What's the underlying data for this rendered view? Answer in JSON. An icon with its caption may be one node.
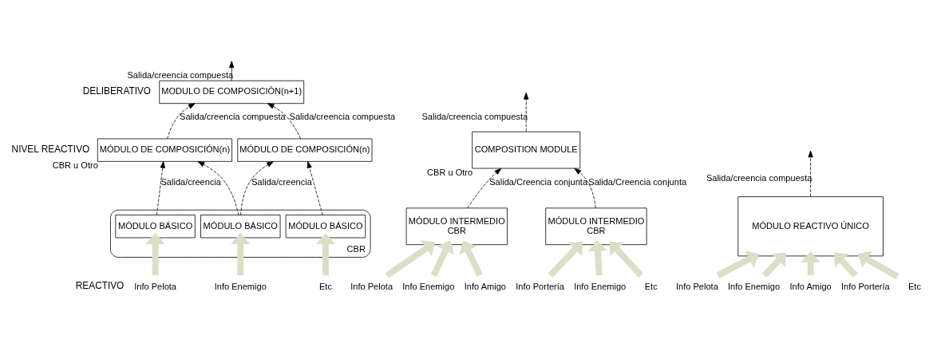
{
  "diagram": {
    "nodes": [
      {
        "text": [],
        "shape": "ellipse",
        "beside": [
          "CBR"
        ]
      },
      {
        "text": [
          "MÓDULO BÁSICO"
        ],
        "in": 0
      },
      {
        "text": [
          "MÓDULO BÁSICO"
        ],
        "in": 0
      },
      {
        "text": [
          "MÓDULO BÁSICO"
        ],
        "in": 0
      },
      {
        "text": [
          "MÓDULO DE COMPOSICIÓN(n)"
        ],
        "beside": [
          "CBR u Otro"
        ]
      },
      {
        "text": [
          "MÓDULO DE COMPOSICIÓN(n)"
        ]
      },
      {
        "text": [
          "MODULO DE COMPOSICIÓN(n+1)"
        ]
      },
      {
        "text": [
          "Info Pelota"
        ]
      },
      {
        "text": [
          "Info Enemigo"
        ]
      },
      {
        "text": [
          "Etc"
        ]
      },
      {
        "text": [
          "COMPOSITION MODULE"
        ],
        "beside": [
          "CBR u Otro"
        ]
      },
      {
        "text": [
          "MÓDULO INTERMEDIO",
          "CBR"
        ]
      },
      {
        "text": [
          "MÓDULO INTERMEDIO",
          "CBR"
        ]
      },
      {
        "text": [
          "Info Pelota"
        ]
      },
      {
        "text": [
          "Info Enemigo"
        ]
      },
      {
        "text": [
          "Info Amigo"
        ]
      },
      {
        "text": [
          "Info Portería"
        ]
      },
      {
        "text": [
          "Info Enemigo"
        ]
      },
      {
        "text": [
          "Etc"
        ]
      },
      {
        "text": [
          "MÓDULO REACTIVO ÚNICO"
        ]
      },
      {
        "text": [
          "Info Pelota"
        ]
      },
      {
        "text": [
          "Info Enemigo"
        ]
      },
      {
        "text": [
          "Info Amigo"
        ]
      },
      {
        "text": [
          "Info Portería"
        ]
      },
      {
        "text": [
          "Etc"
        ]
      }
    ],
    "edges": [
      {
        "from": 7,
        "to": 1,
        "arrow": "to",
        "color": "#dcdec8"
      },
      {
        "from": 8,
        "to": 2,
        "arrow": "to",
        "color": "#dcdec8"
      },
      {
        "from": 9,
        "to": 3,
        "arrow": "to",
        "color": "#dcdec8"
      },
      {
        "from": 1,
        "to": 4,
        "arrow": "to",
        "style": "dashed",
        "color": "#000000",
        "label": "Salida/creencia"
      },
      {
        "from": 2,
        "to": 4,
        "arrow": "to",
        "style": "dashed",
        "color": "#000000"
      },
      {
        "from": 2,
        "to": 5,
        "arrow": "to",
        "style": "dashed",
        "color": "#000000",
        "label": "Salida/creencia"
      },
      {
        "from": 3,
        "to": 5,
        "arrow": "to",
        "style": "dashed",
        "color": "#000000"
      },
      {
        "from": 4,
        "to": 6,
        "arrow": "to",
        "style": "dashed",
        "color": "#000000",
        "label": "Salida/creencia compuesta"
      },
      {
        "from": 5,
        "to": 6,
        "arrow": "to",
        "style": "dashed",
        "color": "#000000",
        "label": "Salida/creencia compuesta"
      },
      {
        "from": 6,
        "to": null,
        "arrow": "to",
        "color": "#000000",
        "label": "Salida/creencia compuesta"
      },
      {
        "from": 13,
        "to": 11,
        "arrow": "to",
        "color": "#dcdec8"
      },
      {
        "from": 14,
        "to": 11,
        "arrow": "to",
        "color": "#dcdec8"
      },
      {
        "from": 15,
        "to": 11,
        "arrow": "to",
        "color": "#dcdec8"
      },
      {
        "from": 16,
        "to": 12,
        "arrow": "to",
        "color": "#dcdec8"
      },
      {
        "from": 17,
        "to": 12,
        "arrow": "to",
        "color": "#dcdec8"
      },
      {
        "from": 18,
        "to": 12,
        "arrow": "to",
        "color": "#dcdec8"
      },
      {
        "from": 11,
        "to": 10,
        "arrow": "to",
        "style": "dashed",
        "color": "#000000",
        "label": "Salida/Creencia conjunta"
      },
      {
        "from": 12,
        "to": 10,
        "arrow": "to",
        "style": "dashed",
        "color": "#000000",
        "label": "Salida/Creencia conjunta"
      },
      {
        "from": 10,
        "to": null,
        "arrow": "to",
        "style": "dashed",
        "color": "#000000",
        "label": "Salida/creencia compuesta"
      },
      {
        "from": 20,
        "to": 19,
        "arrow": "to",
        "color": "#dcdec8"
      },
      {
        "from": 21,
        "to": 19,
        "arrow": "to",
        "color": "#dcdec8"
      },
      {
        "from": 22,
        "to": 19,
        "arrow": "to",
        "color": "#dcdec8"
      },
      {
        "from": 23,
        "to": 19,
        "arrow": "to",
        "color": "#dcdec8"
      },
      {
        "from": 24,
        "to": 19,
        "arrow": "to",
        "color": "#dcdec8"
      },
      {
        "from": 19,
        "to": null,
        "arrow": "to",
        "style": "dashed",
        "color": "#000000",
        "label": "Salida/creencia compuesta"
      }
    ],
    "labels": [
      "DELIBERATIVO",
      "NIVEL REACTIVO",
      "REACTIVO"
    ]
  }
}
